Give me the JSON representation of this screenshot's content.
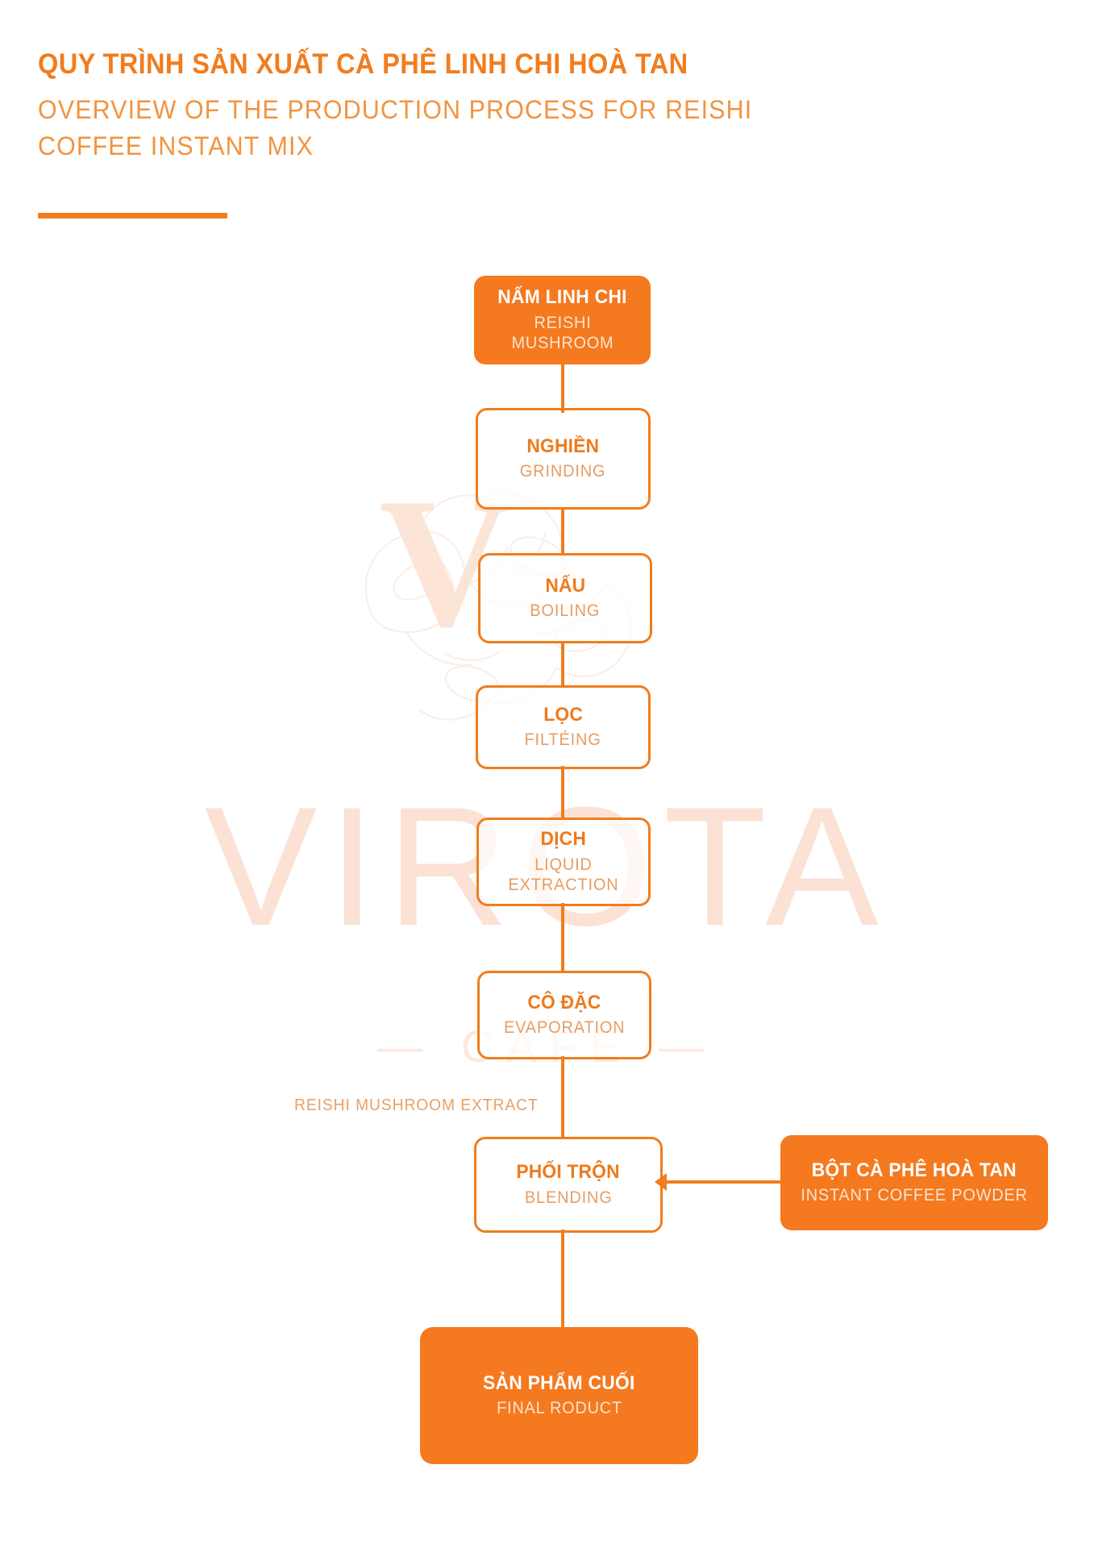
{
  "header": {
    "title_vi": "QUY TRÌNH SẢN XUẤT CÀ PHÊ LINH CHI HOÀ TAN",
    "title_en": "OVERVIEW OF THE PRODUCTION PROCESS FOR REISHI COFFEE INSTANT MIX"
  },
  "watermark": {
    "wordmark": "VIROTA",
    "tagline": "— CAFÉ —",
    "monogram": "V"
  },
  "colors": {
    "brand_orange": "#F07D1E",
    "fill_orange": "#F4791F",
    "subtitle_orange": "#F2933F",
    "english_label": "#E79D63",
    "watermark_pink": "#FBE2D4"
  },
  "flow": {
    "edge_label": "REISHI MUSHROOM EXTRACT",
    "nodes": [
      {
        "id": "reishi-mushroom",
        "vi": "NẤM LINH CHI",
        "en": "REISHI MUSHROOM",
        "style": "filled"
      },
      {
        "id": "grinding",
        "vi": "NGHIỀN",
        "en": "GRINDING",
        "style": "outline"
      },
      {
        "id": "boiling",
        "vi": "NẤU",
        "en": "BOILING",
        "style": "outline"
      },
      {
        "id": "filtering",
        "vi": "LỌC",
        "en": "FILTẺING",
        "style": "outline"
      },
      {
        "id": "liquid-extraction",
        "vi": "DỊCH",
        "en": "LIQUID EXTRACTION",
        "style": "outline"
      },
      {
        "id": "evaporation",
        "vi": "CÔ ĐẶC",
        "en": "EVAPORATION",
        "style": "outline"
      },
      {
        "id": "blending",
        "vi": "PHỐI TRỘN",
        "en": "BLENDING",
        "style": "outline"
      },
      {
        "id": "instant-coffee-powder",
        "vi": "BỘT CÀ PHÊ HOÀ TAN",
        "en": "INSTANT COFFEE POWDER",
        "style": "filled"
      },
      {
        "id": "final-product",
        "vi": "SẢN PHẨM CUỐI",
        "en": "FINAL RODUCT",
        "style": "filled"
      }
    ]
  }
}
